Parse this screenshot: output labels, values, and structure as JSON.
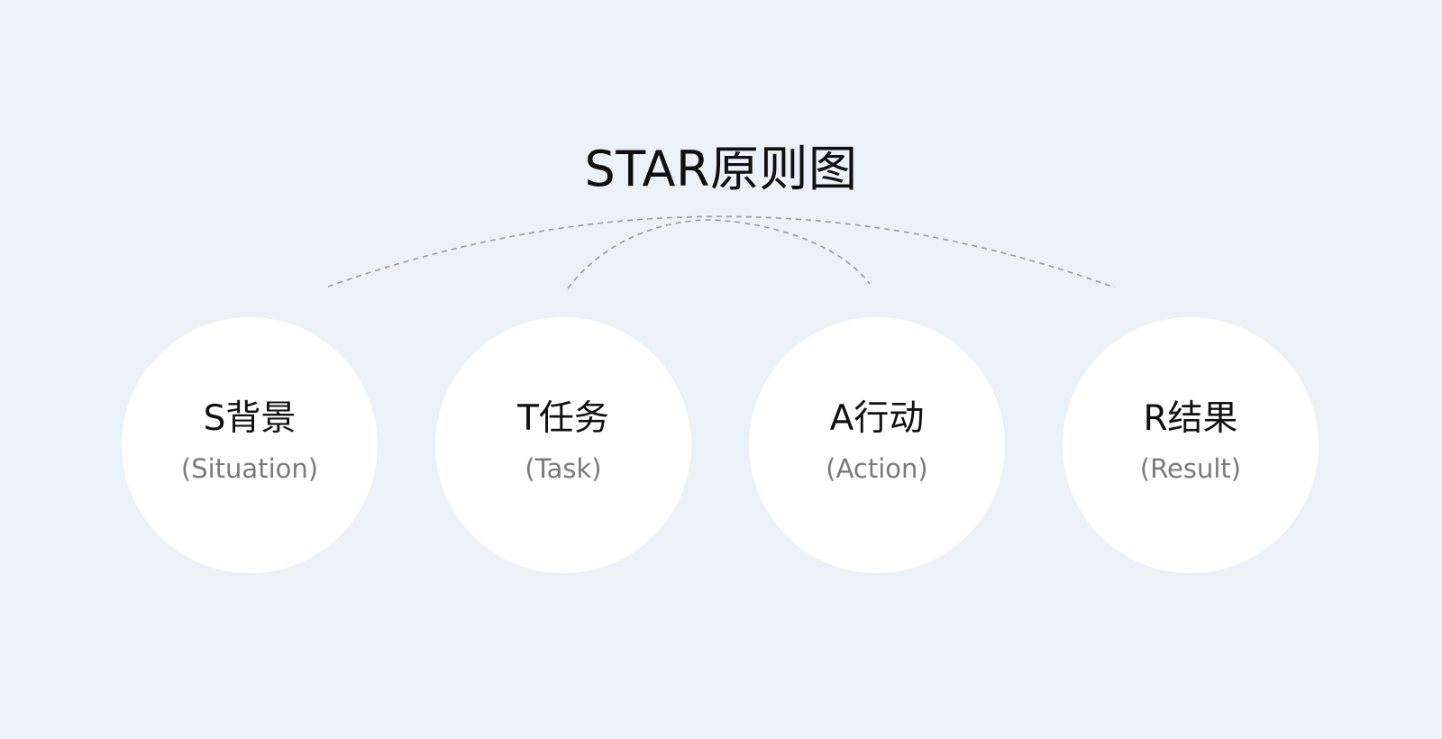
{
  "title": "STAR原则图",
  "colors": {
    "background": "#ecf1f7",
    "node_fill": "#ffffff",
    "connector": "#9a9a9a",
    "subtitle": "#7a7a7a"
  },
  "nodes": [
    {
      "label": "S背景",
      "sub": "(Situation)"
    },
    {
      "label": "T任务",
      "sub": "(Task)"
    },
    {
      "label": "A行动",
      "sub": "(Action)"
    },
    {
      "label": "R结果",
      "sub": "(Result)"
    }
  ],
  "connectors": [
    {
      "from": "S背景",
      "to": "R结果",
      "style": "dashed"
    },
    {
      "from": "T任务",
      "to": "A行动",
      "style": "dashed"
    }
  ]
}
